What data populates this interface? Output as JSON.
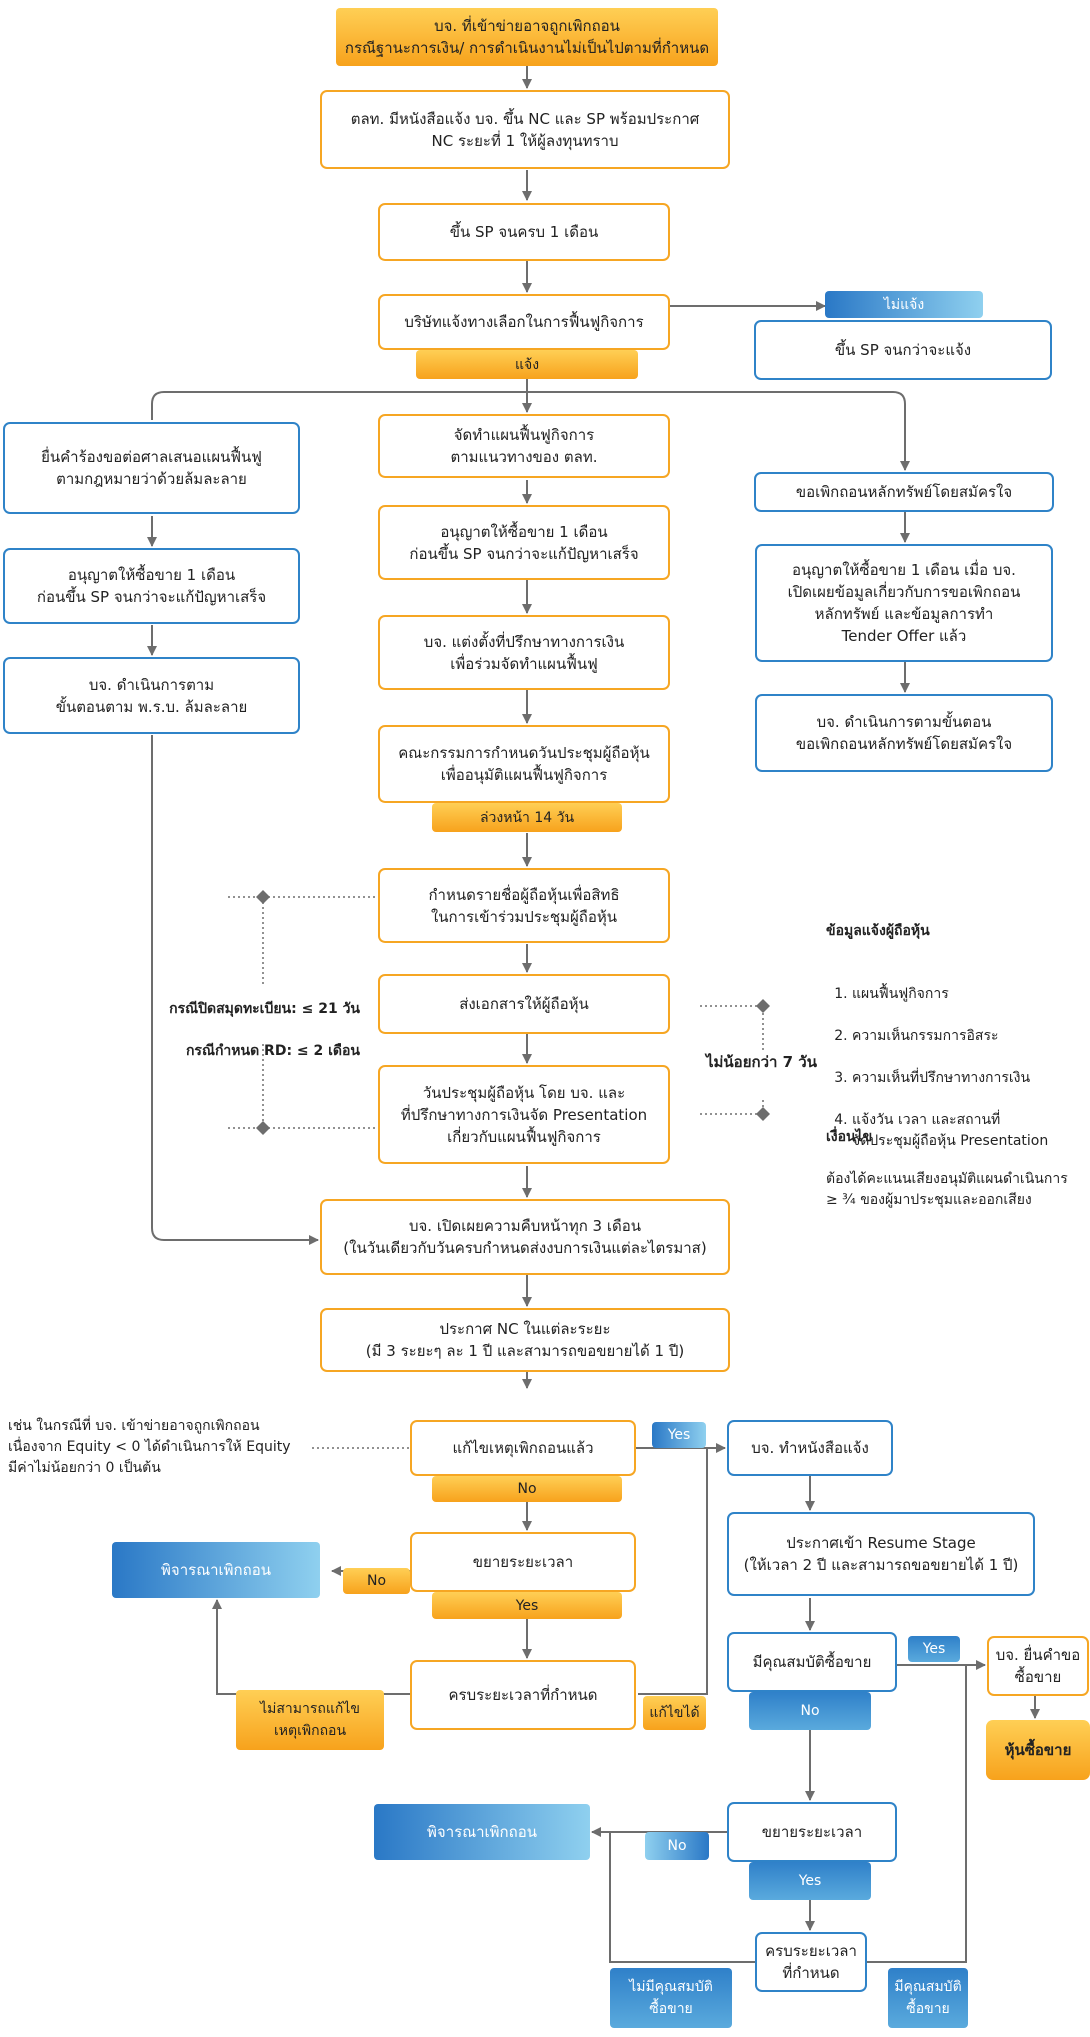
{
  "nodes": {
    "start": "บจ. ที่เข้าข่ายอาจถูกเพิกถอน\nกรณีฐานะการเงิน/ การดำเนินงานไม่เป็นไปตามที่กำหนด",
    "set_notice": "ตลท. มีหนังสือแจ้ง บจ. ขึ้น NC และ SP พร้อมประกาศ\nNC ระยะที่ 1 ให้ผู้ลงทุนทราบ",
    "sp_month": "ขึ้น SP จนครบ 1 เดือน",
    "company_option": "บริษัทแจ้งทางเลือกในการฟื้นฟูกิจการ",
    "notify_tag": "แจ้ง",
    "not_notify_tag": "ไม่แจ้ง",
    "sp_until": "ขึ้น SP จนกว่าจะแจ้ง",
    "court_petition": "ยื่นคำร้องขอต่อศาลเสนอแผนฟื้นฟู\nตามกฎหมายว่าด้วยล้มละลาย",
    "left_trade": "อนุญาตให้ซื้อขาย 1 เดือน\nก่อนขึ้น SP จนกว่าจะแก้ปัญหาเสร็จ",
    "bankruptcy": "บจ. ดำเนินการตาม\nขั้นตอนตาม พ.ร.บ. ล้มละลาย",
    "rehab_plan": "จัดทำแผนฟื้นฟูกิจการ\nตามแนวทางของ ตลท.",
    "center_trade": "อนุญาตให้ซื้อขาย 1 เดือน\nก่อนขึ้น SP จนกว่าจะแก้ปัญหาเสร็จ",
    "advisor": "บจ. แต่งตั้งที่ปรึกษาทางการเงิน\nเพื่อร่วมจัดทำแผนฟื้นฟู",
    "board": "คณะกรรมการกำหนดวันประชุมผู้ถือหุ้น\nเพื่ออนุมัติแผนฟื้นฟูกิจการ",
    "advance_tag": "ล่วงหน้า 14 วัน",
    "record_date": "กำหนดรายชื่อผู้ถือหุ้นเพื่อสิทธิ\nในการเข้าร่วมประชุมผู้ถือหุ้น",
    "send_docs": "ส่งเอกสารให้ผู้ถือหุ้น",
    "meeting": "วันประชุมผู้ถือหุ้น โดย บจ. และ\nที่ปรึกษาทางการเงินจัด Presentation\nเกี่ยวกับแผนฟื้นฟูกิจการ",
    "voluntary": "ขอเพิกถอนหลักทรัพย์โดยสมัครใจ",
    "right_trade": "อนุญาตให้ซื้อขาย 1 เดือน เมื่อ บจ.\nเปิดเผยข้อมูลเกี่ยวกับการขอเพิกถอน\nหลักทรัพย์ และข้อมูลการทำ\nTender Offer แล้ว",
    "voluntary_proc": "บจ. ดำเนินการตามขั้นตอน\nขอเพิกถอนหลักทรัพย์โดยสมัครใจ",
    "disclose": "บจ. เปิดเผยความคืบหน้าทุก 3 เดือน\n(ในวันเดียวกับวันครบกำหนดส่งงบการเงินแต่ละไตรมาส)",
    "announce_nc": "ประกาศ NC ในแต่ละระยะ\n(มี 3 ระยะๆ ละ 1 ปี และสามารถขอขยายได้ 1 ปี)",
    "fixed": "แก้ไขเหตุเพิกถอนแล้ว",
    "yes_1": "Yes",
    "no_1": "No",
    "extend_1": "ขยายระยะเวลา",
    "no_2": "No",
    "yes_2": "Yes",
    "consider_1": "พิจารณาเพิกถอน",
    "due_1": "ครบระยะเวลาที่กำหนด",
    "cannot_fix": "ไม่สามารถแก้ไข\nเหตุเพิกถอน",
    "can_fix": "แก้ไขได้",
    "co_letter": "บจ. ทำหนังสือแจ้ง",
    "resume": "ประกาศเข้า Resume Stage\n(ให้เวลา 2 ปี และสามารถขอขยายได้ 1 ปี)",
    "qualified": "มีคุณสมบัติซื้อขาย",
    "yes_3": "Yes",
    "no_3": "No",
    "apply_trade": "บจ. ยื่นคำขอ\nซื้อขาย",
    "shares_trade": "หุ้นซื้อขาย",
    "extend_2": "ขยายระยะเวลา",
    "no_4": "No",
    "yes_4": "Yes",
    "consider_2": "พิจารณาเพิกถอน",
    "due_2": "ครบระยะเวลา\nที่กำหนด",
    "not_qualified": "ไม่มีคุณสมบัติ\nซื้อขาย",
    "is_qualified": "มีคุณสมบัติ\nซื้อขาย"
  },
  "notes": {
    "closing_line1": "กรณีปิดสมุดทะเบียน: ≤ 21 วัน",
    "closing_line2": "กรณีกำหนด RD: ≤ 2 เดือน",
    "info_title": "ข้อมูลแจ้งผู้ถือหุ้น",
    "info_items": [
      "แผนฟื้นฟูกิจการ",
      "ความเห็นกรรมการอิสระ",
      "ความเห็นที่ปรึกษาทางการเงิน",
      "แจ้งวัน เวลา และสถานที่\nจัดประชุมผู้ถือหุ้น Presentation"
    ],
    "min_days": "ไม่น้อยกว่า 7 วัน",
    "condition_title": "เงื่อนไข",
    "condition_text": "ต้องได้คะแนนเสียงอนุมัติแผนดำเนินการ\n≥ ¾ ของผู้มาประชุมและออกเสียง",
    "example": "เช่น ในกรณีที่ บจ. เข้าข่ายอาจถูกเพิกถอน\nเนื่องจาก Equity < 0 ได้ดำเนินการให้ Equity\nมีค่าไม่น้อยกว่า 0 เป็นต้น"
  },
  "colors": {
    "orange": "#f6a623",
    "blue": "#2f83c8",
    "line": "#6d6d6d"
  }
}
